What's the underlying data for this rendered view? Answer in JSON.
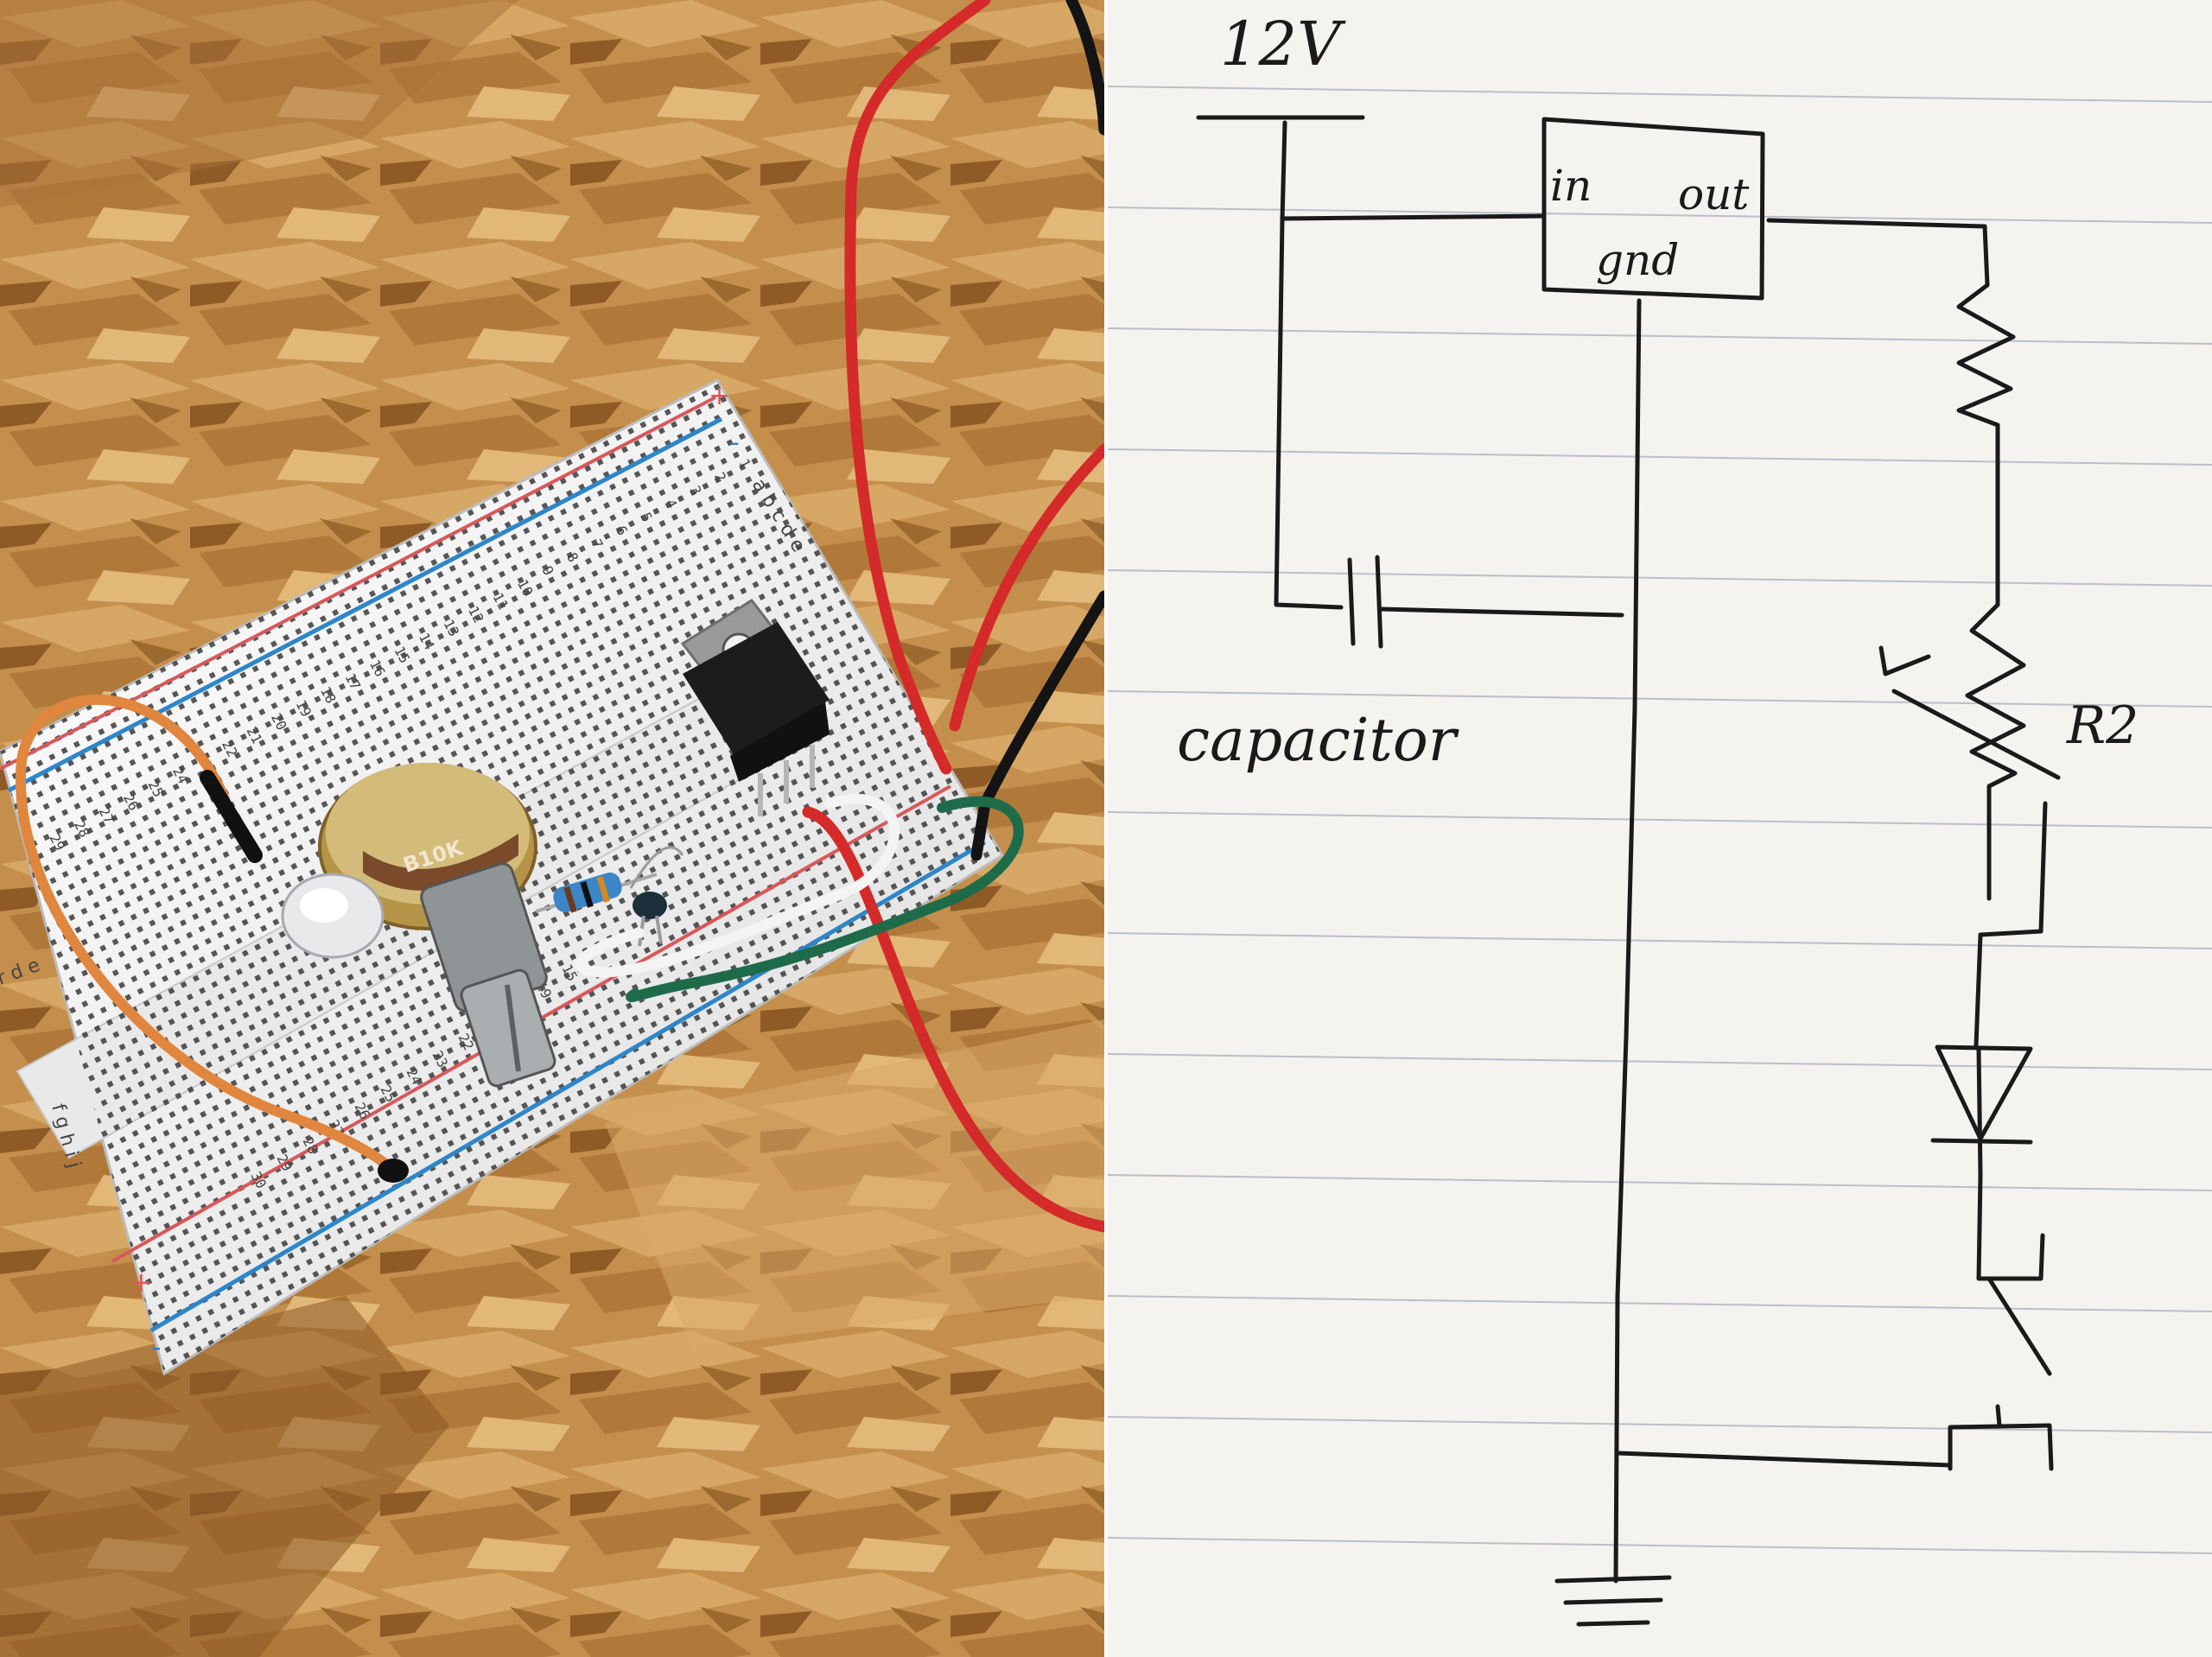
{
  "photo": {
    "potentiometer_marking": "B10K",
    "breadboard_row_letters_left": "r d e",
    "breadboard_row_letters_bottom": "f g h i j",
    "breadboard_row_letters_top": "a b c d e",
    "rail_plus": "+",
    "rail_minus": "-",
    "column_numbers_top": [
      "1",
      "2",
      "3",
      "4",
      "5",
      "6",
      "7",
      "8",
      "9",
      "10",
      "11",
      "12",
      "13",
      "14",
      "15",
      "16",
      "17",
      "18",
      "19",
      "20",
      "21",
      "22",
      "23",
      "24",
      "25",
      "26",
      "27",
      "28",
      "29"
    ],
    "column_numbers_bottom": [
      "15",
      "19",
      "20",
      "21",
      "22",
      "23",
      "24",
      "25",
      "26",
      "27",
      "28",
      "29",
      "30"
    ],
    "wire_colors": {
      "red": "#d42a2a",
      "black": "#141414",
      "orange": "#e0863e",
      "green": "#1e6b4a",
      "white": "#f4f4f4"
    }
  },
  "sketch": {
    "supply_label": "12V",
    "regulator_in_label": "in",
    "regulator_out_label": "out",
    "regulator_gnd_label": "gnd",
    "capacitor_label": "capacitor",
    "variable_resistor_label": "R2",
    "ink_color": "#1a1a1a",
    "ruled_line_color": "#b9bfca"
  }
}
